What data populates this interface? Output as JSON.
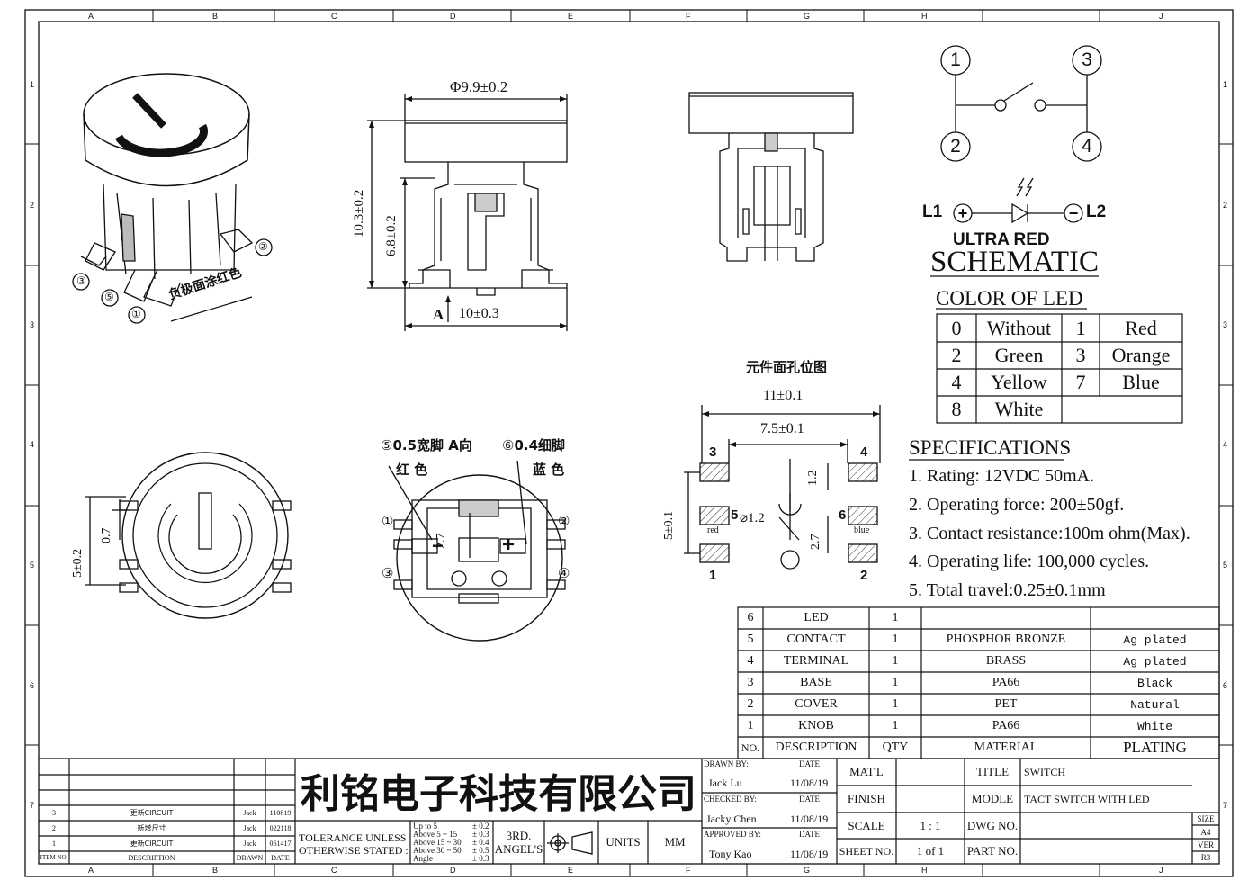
{
  "frame": {
    "col_letters": [
      "A",
      "B",
      "C",
      "D",
      "E",
      "F",
      "G",
      "H",
      "J"
    ],
    "row_numbers": [
      "1",
      "2",
      "3",
      "4",
      "5",
      "6",
      "7"
    ]
  },
  "dims": {
    "diameter": "Φ9.9±0.2",
    "height_total": "10.3±0.2",
    "height_body": "6.8±0.2",
    "width_base": "10±0.3",
    "view_a": "A",
    "front_5": "5±0.2",
    "front_07": "0.7",
    "bottom_05": "0.5宽脚 A向",
    "bottom_04": "0.4细脚",
    "bottom_red": "红 色",
    "bottom_blue": "蓝 色",
    "bottom_27": "2.7",
    "c5": "⑤",
    "c6": "⑥",
    "c1": "①",
    "c2": "②",
    "c3": "③",
    "c4": "④",
    "side_label": "负极面涂红色",
    "pcb_title": "元件面孔位图",
    "pcb_11": "11±0.1",
    "pcb_75": "7.5±0.1",
    "pcb_12": "1.2",
    "pcb_5": "5±0.1",
    "pcb_phi": "⌀1.2",
    "pcb_27": "2.7",
    "pcb_red": "red",
    "pcb_blue": "blue",
    "pad_1": "1",
    "pad_2": "2",
    "pad_3": "3",
    "pad_4": "4",
    "pad_5": "5",
    "pad_6": "6"
  },
  "schematic": {
    "pins": [
      "1",
      "2",
      "3",
      "4"
    ],
    "l1": "L1",
    "l2": "L2",
    "plus": "+",
    "minus": "−",
    "led_name": "ULTRA RED",
    "title": "SCHEMATIC"
  },
  "led_colors": {
    "title": "COLOR OF LED",
    "rows": [
      [
        "0",
        "Without",
        "1",
        "Red"
      ],
      [
        "2",
        "Green",
        "3",
        "Orange"
      ],
      [
        "4",
        "Yellow",
        "7",
        "Blue"
      ],
      [
        "8",
        "White",
        "",
        ""
      ]
    ]
  },
  "specs": {
    "title": "SPECIFICATIONS",
    "items": [
      "1. Rating: 12VDC 50mA.",
      "2. Operating force: 200±50gf.",
      "3. Contact resistance:100m ohm(Max).",
      "4. Operating life: 100,000 cycles.",
      "5. Total travel:0.25±0.1mm"
    ]
  },
  "bom": {
    "header": [
      "NO.",
      "DESCRIPTION",
      "QTY",
      "MATERIAL",
      "PLATING"
    ],
    "rows": [
      [
        "6",
        "LED",
        "1",
        "",
        ""
      ],
      [
        "5",
        "CONTACT",
        "1",
        "PHOSPHOR BRONZE",
        "Ag plated"
      ],
      [
        "4",
        "TERMINAL",
        "1",
        "BRASS",
        "Ag plated"
      ],
      [
        "3",
        "BASE",
        "1",
        "PA66",
        "Black"
      ],
      [
        "2",
        "COVER",
        "1",
        "PET",
        "Natural"
      ],
      [
        "1",
        "KNOB",
        "1",
        "PA66",
        "White"
      ]
    ]
  },
  "revisions": {
    "rows": [
      [
        "3",
        "更新CIRCUIT",
        "Jack",
        "110819"
      ],
      [
        "2",
        "新增尺寸",
        "Jack",
        "022118"
      ],
      [
        "1",
        "更新CIRCUIT",
        "Jack",
        "061417"
      ]
    ],
    "header": [
      "ITEM NO.",
      "DESCRIPTION",
      "DRAWN",
      "DATE"
    ]
  },
  "titleblock": {
    "company": "利铭电子科技有限公司",
    "tolerance_label": "TOLERANCE UNLESS\nOTHERWISE STATED :",
    "tol_rows": [
      [
        "Up  to  5",
        "± 0.2"
      ],
      [
        "Above 5   ~ 15",
        "± 0.3"
      ],
      [
        "Above 15 ~ 30",
        "± 0.4"
      ],
      [
        "Above 30 ~ 50",
        "± 0.5"
      ],
      [
        "Angle",
        "± 0.3"
      ]
    ],
    "angle": "3RD.\nANGEL'S",
    "units_label": "UNITS",
    "units": "MM",
    "drawn_by": "DRAWN BY:",
    "drawn_date_lbl": "DATE",
    "drawn_name": "Jack  Lu",
    "drawn_date": "11/08/19",
    "checked_by": "CHECKED BY:",
    "checked_date_lbl": "DATE",
    "checked_name": "Jacky Chen",
    "checked_date": "11/08/19",
    "approved_by": "APPROVED BY:",
    "approved_date_lbl": "DATE",
    "approved_name": "Tony Kao",
    "approved_date": "11/08/19",
    "matl": "MAT'L",
    "finish": "FINISH",
    "scale": "SCALE",
    "scale_val": "1 : 1",
    "sheet": "SHEET NO.",
    "sheet_val": "1 of 1",
    "title_lbl": "TITLE",
    "title_val": "SWITCH",
    "model_lbl": "MODLE",
    "model_val": "TACT  SWITCH  WITH  LED",
    "dwg_lbl": "DWG NO.",
    "part_lbl": "PART NO.",
    "size_lbl": "SIZE",
    "size_val": "A4",
    "ver_lbl": "VER",
    "ver_val": "R3"
  }
}
